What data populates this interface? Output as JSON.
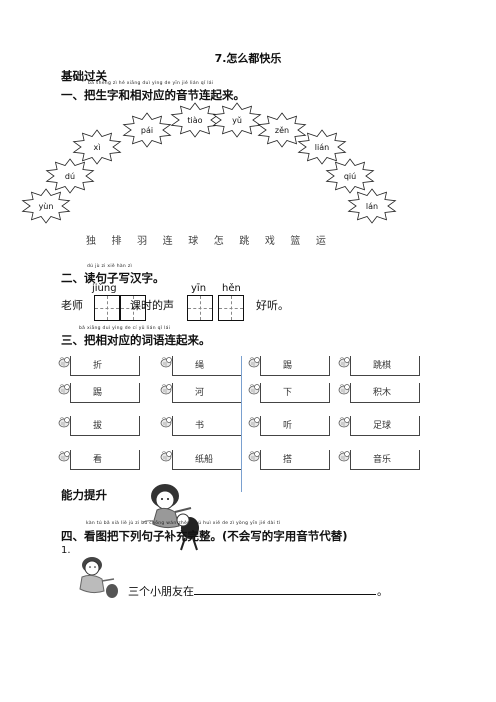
{
  "title": "7.怎么都快乐",
  "sections": {
    "basic": "基础过关",
    "q1": "一、把生字和相对应的音节连起来。",
    "q1_pinyin": "bǎ shēng zì hé xiāng duì yìng de yīn jié lián qǐ lái",
    "q2": "二、读句子写汉字。",
    "q2_pinyin": "dú jù zi xiě hàn zì",
    "q3": "三、把相对应的词语连起来。",
    "q3_pinyin": "bǎ xiāng duì yìng de cí yǔ lián qǐ lái",
    "advance": "能力提升",
    "q4": "四、看图把下列句子补充完整。(不会写的字用音节代替)",
    "q4_pinyin": "kàn tú bǎ xià liè jù zi bǔ chōng wán zhěng    bú huì xiě de zì yòng yīn jié dài tì"
  },
  "syllables": [
    "yùn",
    "dú",
    "xì",
    "pái",
    "tiào",
    "yǔ",
    "zěn",
    "lián",
    "qiú",
    "lán"
  ],
  "characters": [
    "独",
    "排",
    "羽",
    "连",
    "球",
    "怎",
    "跳",
    "戏",
    "篮",
    "运"
  ],
  "q2_sentence": {
    "pinyin1": "jiǔng",
    "pinyin2": "yīn",
    "pinyin3": "hěn",
    "part1": "老师",
    "part2": "课时的声",
    "part3": "好听。"
  },
  "words_left": [
    [
      "折",
      "绳"
    ],
    [
      "踢",
      "河"
    ],
    [
      "拔",
      "书"
    ],
    [
      "看",
      "纸船"
    ]
  ],
  "words_right": [
    [
      "踢",
      "跳棋"
    ],
    [
      "下",
      "积木"
    ],
    [
      "听",
      "足球"
    ],
    [
      "搭",
      "音乐"
    ]
  ],
  "q4_item": {
    "number": "1.",
    "sentence": "三个小朋友在",
    "end": "。"
  }
}
